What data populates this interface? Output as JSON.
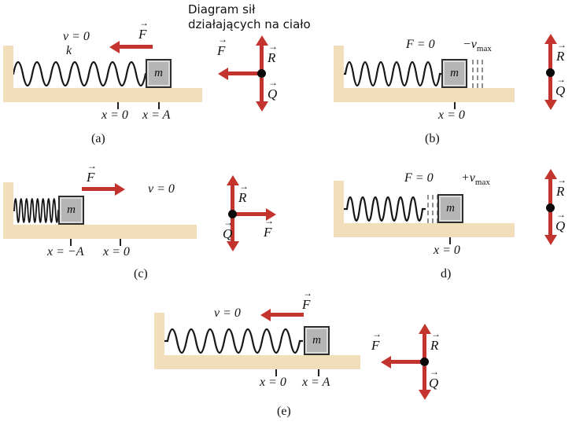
{
  "colors": {
    "arrow": "#c4342e",
    "floor": "#f3debc",
    "mass": "#b5b5b5",
    "mass_border": "#2e2e2e"
  },
  "sym": {
    "arrow": "→",
    "F": "F",
    "R": "R",
    "Q": "Q",
    "m": "m"
  },
  "title": {
    "line1": "Diagram sił",
    "line2": "działających na ciało"
  },
  "panels": {
    "a": {
      "caption": "(a)",
      "v": "v = 0",
      "k": "k",
      "x0": "x = 0",
      "xA": "x = A"
    },
    "b": {
      "caption": "(b)",
      "F0": "F = 0",
      "vmax": "−v",
      "vmax_sub": "max",
      "x0": "x = 0"
    },
    "c": {
      "caption": "(c)",
      "v": "v = 0",
      "xnegA": "x = −A",
      "x0": "x = 0"
    },
    "d": {
      "caption": "d)",
      "F0": "F = 0",
      "vmax": "+v",
      "vmax_sub": "max",
      "x0": "x = 0"
    },
    "e": {
      "caption": "(e)",
      "v": "v = 0",
      "x0": "x = 0",
      "xA": "x = A"
    }
  }
}
